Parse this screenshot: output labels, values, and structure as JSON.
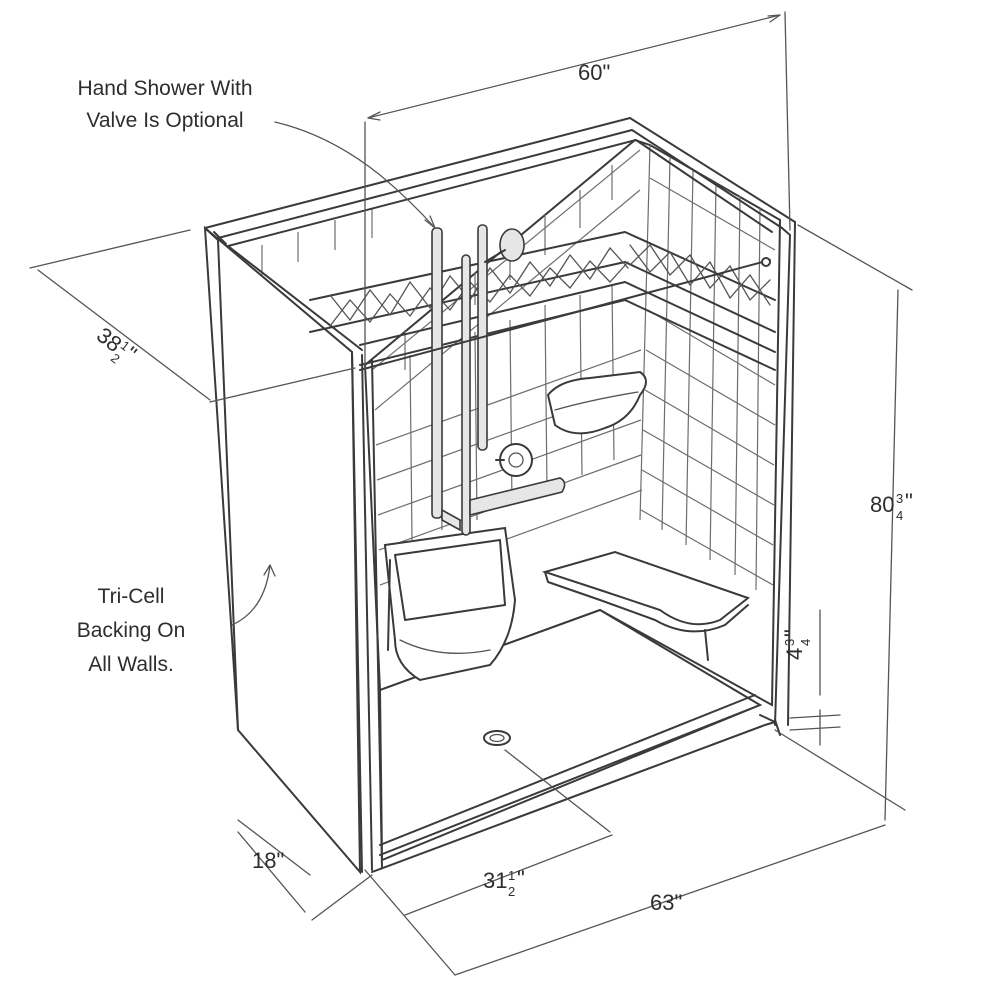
{
  "callouts": {
    "hand_shower_line1": "Hand Shower With",
    "hand_shower_line2": "Valve Is Optional",
    "tri_cell_line1": "Tri-Cell",
    "tri_cell_line2": "Backing On",
    "tri_cell_line3": "All Walls."
  },
  "dimensions": {
    "width_top": "60\"",
    "depth_main": "38",
    "depth_num": "1",
    "depth_den": "2",
    "depth_inch": "\"",
    "height_main": "80",
    "height_num": "3",
    "height_den": "4",
    "height_inch": "\"",
    "threshold_main": "4",
    "threshold_num": "3",
    "threshold_den": "4",
    "threshold_inch": "\"",
    "drain_offset": "18\"",
    "drain_center_main": "31",
    "drain_center_num": "1",
    "drain_center_den": "2",
    "drain_center_inch": "\"",
    "width_bottom": "63\""
  }
}
